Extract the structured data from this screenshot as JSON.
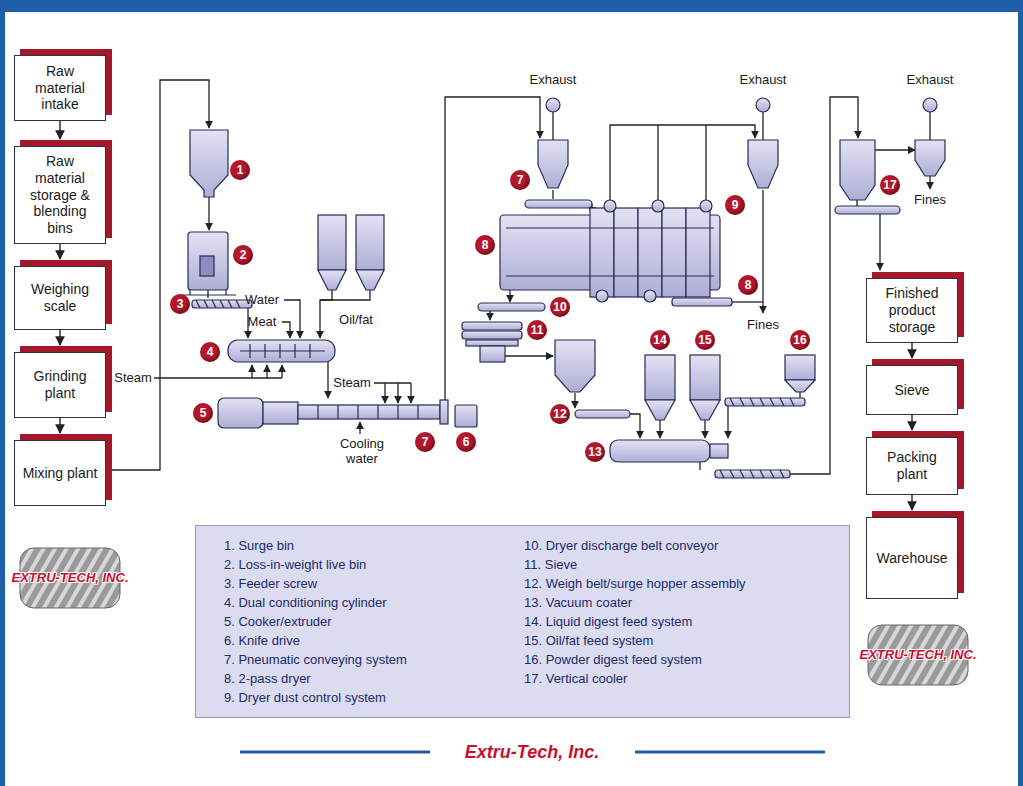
{
  "diagram": {
    "caption": "Extru-Tech, Inc.",
    "nodes": [
      {
        "text": [
          "Raw material intake"
        ]
      },
      {
        "text": [
          "Raw material storage & blending bins"
        ]
      },
      {
        "text": [
          "Weighing scale"
        ]
      },
      {
        "text": [
          "Grinding plant"
        ]
      },
      {
        "text": [
          "Mixing plant"
        ]
      },
      {
        "text": [
          "1. Surge bin",
          "2. Loss-in-weight live bin",
          "3. Feeder screw",
          "4. Dual conditioning cylinder",
          "5. Cooker/extruder",
          "6. Knife drive",
          "7. Pneumatic conveying system",
          "8. 2-pass dryer",
          "9. Dryer dust control system",
          "10. Dryer discharge belt conveyor",
          "11. Sieve",
          "12. Weigh belt/surge hopper assembly",
          "13. Vacuum coater",
          "14. Liquid digest feed system",
          "15. Oil/fat feed system",
          "16. Powder digest feed system",
          "17. Vertical cooler"
        ]
      },
      {
        "text": [
          "Finished product storage"
        ]
      },
      {
        "text": [
          "Sieve"
        ]
      },
      {
        "text": [
          "Packing plant"
        ]
      },
      {
        "text": [
          "Warehouse"
        ]
      }
    ],
    "edges": [
      {
        "from": 0,
        "to": 1,
        "arrow": "to"
      },
      {
        "from": 1,
        "to": 2,
        "arrow": "to"
      },
      {
        "from": 2,
        "to": 3,
        "arrow": "to"
      },
      {
        "from": 3,
        "to": 4,
        "arrow": "to"
      },
      {
        "from": 6,
        "to": 7,
        "arrow": "to"
      },
      {
        "from": 7,
        "to": 8,
        "arrow": "to"
      },
      {
        "from": 8,
        "to": 9,
        "arrow": "to"
      }
    ],
    "labels": [
      "Exhaust",
      "Exhaust",
      "Exhaust",
      "1",
      "2",
      "Water",
      "Meat",
      "Oil/fat",
      "3",
      "Steam",
      "4",
      "Steam",
      "5",
      "6",
      "7",
      "Cooling water",
      "7",
      "8",
      "9",
      "8",
      "Fines",
      "10",
      "11",
      "12",
      "13",
      "14",
      "15",
      "16",
      "17",
      "Fines",
      "EXTRU-TECH, INC.",
      "EXTRU-TECH, INC."
    ]
  }
}
